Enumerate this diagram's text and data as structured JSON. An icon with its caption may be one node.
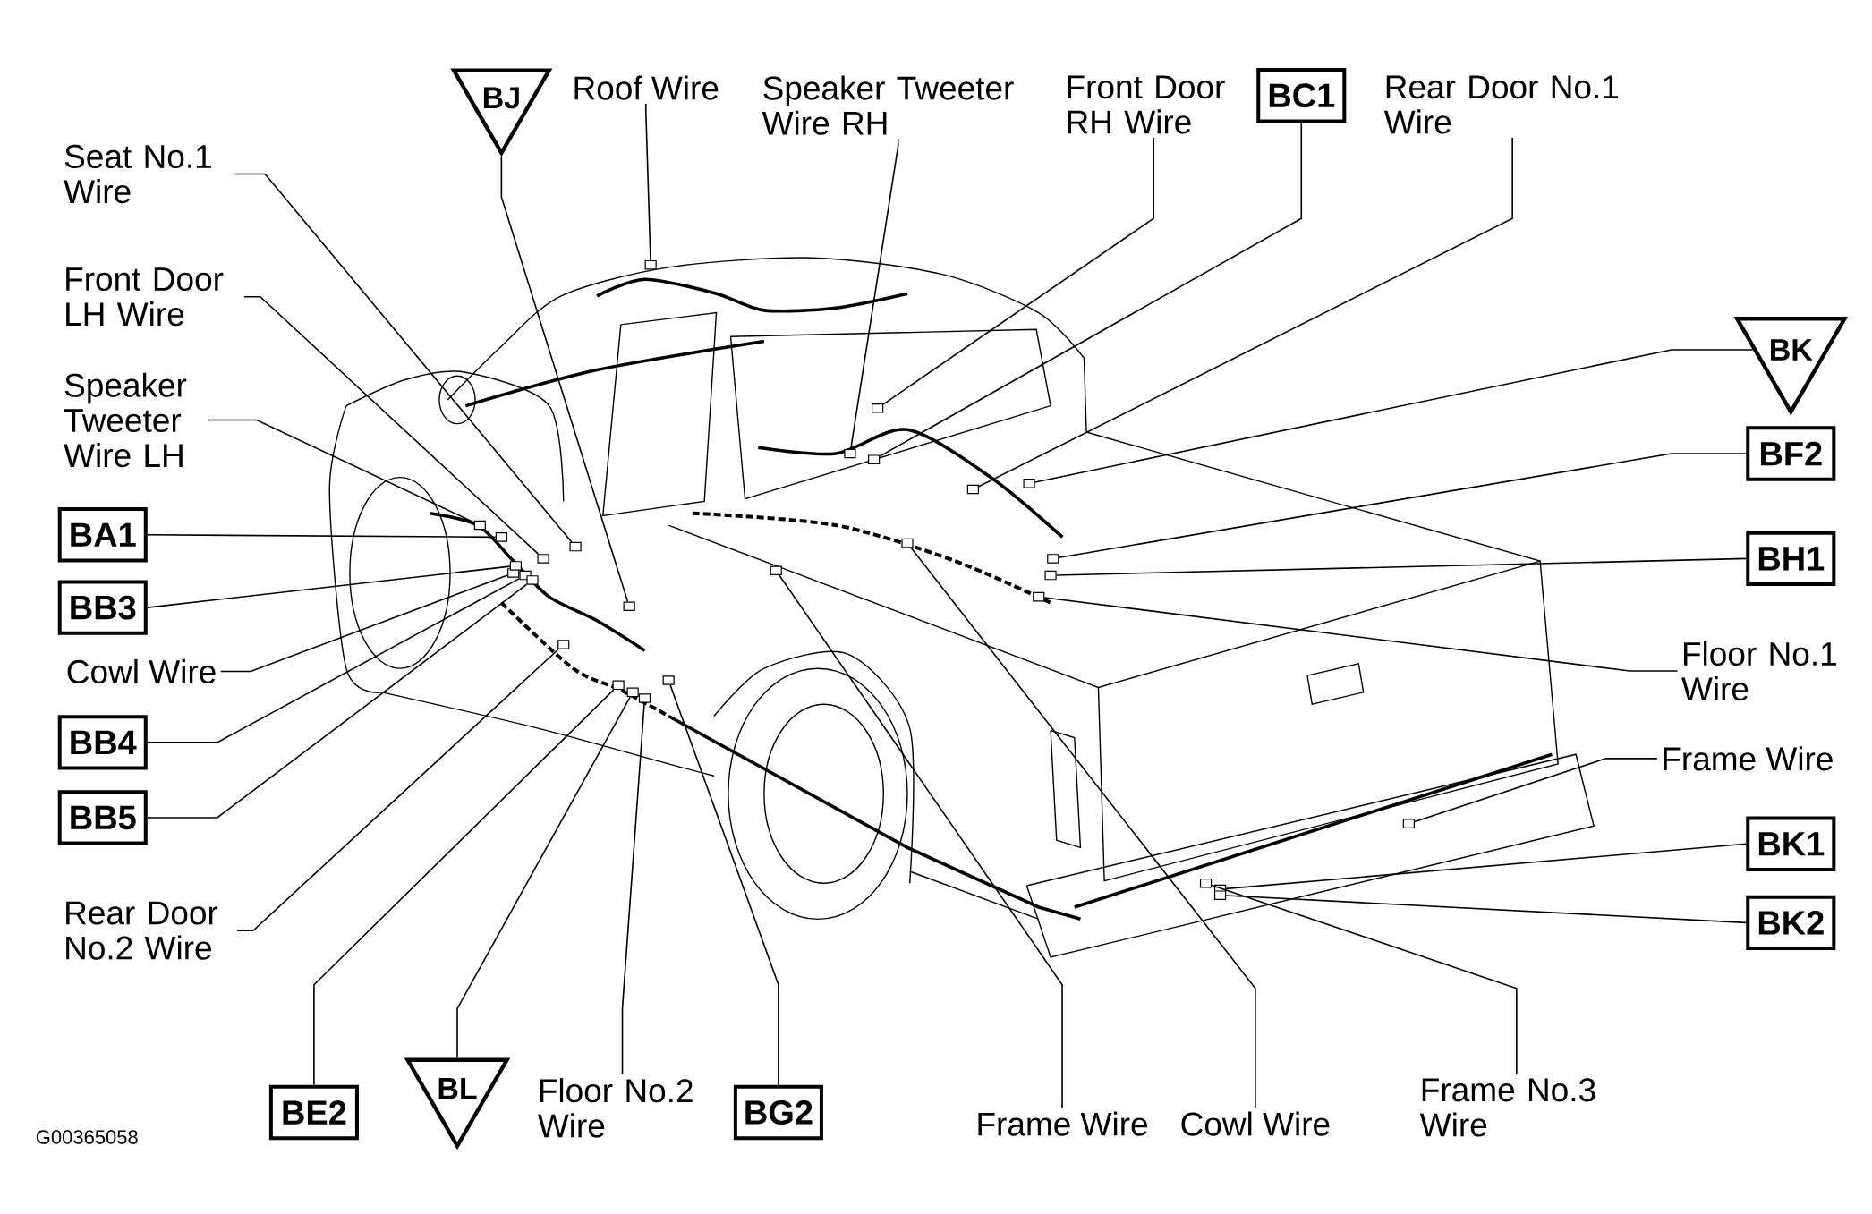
{
  "diagram": {
    "nodes": [
      {
        "text": [
          "BJ"
        ]
      },
      {
        "text": [
          "Roof Wire"
        ]
      },
      {
        "text": [
          "Speaker Tweeter Wire RH"
        ]
      },
      {
        "text": [
          "Front Door RH Wire"
        ]
      },
      {
        "text": [
          "BC1"
        ]
      },
      {
        "text": [
          "Rear Door No.1 Wire"
        ]
      },
      {
        "text": [
          "Seat No.1 Wire"
        ]
      },
      {
        "text": [
          "Front Door LH Wire"
        ]
      },
      {
        "text": [
          "Speaker Tweeter Wire LH"
        ]
      },
      {
        "text": [
          "BA1"
        ]
      },
      {
        "text": [
          "BB3"
        ]
      },
      {
        "text": [
          "Cowl Wire"
        ]
      },
      {
        "text": [
          "BB4"
        ]
      },
      {
        "text": [
          "BB5"
        ]
      },
      {
        "text": [
          "Rear Door No.2 Wire"
        ]
      },
      {
        "text": [
          "BE2"
        ]
      },
      {
        "text": [
          "BL"
        ]
      },
      {
        "text": [
          "Floor No.2 Wire"
        ]
      },
      {
        "text": [
          "BG2"
        ]
      },
      {
        "text": [
          "Frame Wire"
        ]
      },
      {
        "text": [
          "Cowl Wire"
        ]
      },
      {
        "text": [
          "Frame No.3 Wire"
        ]
      },
      {
        "text": [
          "BK"
        ]
      },
      {
        "text": [
          "BF2"
        ]
      },
      {
        "text": [
          "BH1"
        ]
      },
      {
        "text": [
          "Floor No.1 Wire"
        ]
      },
      {
        "text": [
          "Frame Wire"
        ]
      },
      {
        "text": [
          "BK1"
        ]
      },
      {
        "text": [
          "BK2"
        ]
      },
      {
        "text": [],
        "shape": "box"
      },
      {
        "text": [],
        "shape": "box"
      },
      {
        "text": [],
        "shape": "box"
      },
      {
        "text": [],
        "shape": "box"
      },
      {
        "text": [],
        "shape": "box"
      },
      {
        "text": [],
        "shape": "box"
      },
      {
        "text": [],
        "shape": "box"
      },
      {
        "text": [],
        "shape": "box"
      },
      {
        "text": [],
        "shape": "box"
      },
      {
        "text": [],
        "shape": "box"
      },
      {
        "text": [],
        "shape": "box"
      },
      {
        "text": [],
        "shape": "box"
      },
      {
        "text": [],
        "shape": "box"
      },
      {
        "text": [],
        "shape": "box"
      },
      {
        "text": [],
        "shape": "box"
      },
      {
        "text": [],
        "shape": "box"
      },
      {
        "text": [],
        "shape": "box"
      },
      {
        "text": [],
        "shape": "box"
      },
      {
        "text": [],
        "shape": "box"
      },
      {
        "text": [],
        "shape": "box"
      },
      {
        "text": [],
        "shape": "box"
      },
      {
        "text": [],
        "shape": "box"
      },
      {
        "text": [],
        "shape": "box"
      },
      {
        "text": [],
        "shape": "box"
      },
      {
        "text": [],
        "shape": "box"
      },
      {
        "text": [],
        "shape": "box"
      },
      {
        "text": [],
        "shape": "box"
      },
      {
        "text": [],
        "shape": "box"
      },
      {
        "text": [],
        "shape": "box"
      }
    ],
    "edges": [
      {
        "from": 0,
        "to": 39,
        "arrow": "none"
      },
      {
        "from": 1,
        "to": 42,
        "arrow": "none"
      },
      {
        "from": 2,
        "to": 45,
        "arrow": "none"
      },
      {
        "from": 3,
        "to": 47,
        "arrow": "none"
      },
      {
        "from": 4,
        "to": 46,
        "arrow": "none"
      },
      {
        "from": 5,
        "to": 49,
        "arrow": "none"
      },
      {
        "from": 6,
        "to": 37,
        "arrow": "none"
      },
      {
        "from": 7,
        "to": 35,
        "arrow": "none"
      },
      {
        "from": 8,
        "to": 29,
        "arrow": "none"
      },
      {
        "from": 9,
        "to": 30,
        "arrow": "none"
      },
      {
        "from": 10,
        "to": 32,
        "arrow": "none"
      },
      {
        "from": 11,
        "to": 31,
        "arrow": "none"
      },
      {
        "from": 12,
        "to": 33,
        "arrow": "none"
      },
      {
        "from": 13,
        "to": 34,
        "arrow": "none"
      },
      {
        "from": 14,
        "to": 36,
        "arrow": "none"
      },
      {
        "from": 15,
        "to": 38,
        "arrow": "none"
      },
      {
        "from": 16,
        "to": 40,
        "arrow": "none"
      },
      {
        "from": 17,
        "to": 41,
        "arrow": "none"
      },
      {
        "from": 18,
        "to": 43,
        "arrow": "none"
      },
      {
        "from": 19,
        "to": 44,
        "arrow": "none"
      },
      {
        "from": 20,
        "to": 48,
        "arrow": "none"
      },
      {
        "from": 21,
        "to": 54,
        "arrow": "none"
      },
      {
        "from": 22,
        "to": 50,
        "arrow": "none"
      },
      {
        "from": 23,
        "to": 53,
        "arrow": "none"
      },
      {
        "from": 24,
        "to": 52,
        "arrow": "none"
      },
      {
        "from": 25,
        "to": 51,
        "arrow": "none"
      },
      {
        "from": 26,
        "to": 57,
        "arrow": "none"
      },
      {
        "from": 27,
        "to": 55,
        "arrow": "none"
      },
      {
        "from": 28,
        "to": 56,
        "arrow": "none"
      }
    ],
    "labels": [
      "G00365058"
    ]
  }
}
